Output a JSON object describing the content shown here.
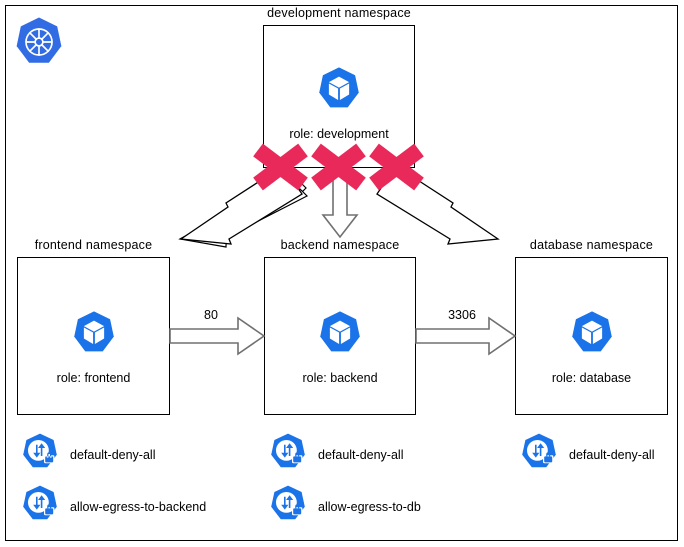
{
  "diagram": {
    "title": "Kubernetes namespace network policy diagram",
    "logo_icon": "kubernetes-logo-icon",
    "colors": {
      "k8s_blue": "#326ce5",
      "pod_blue": "#1a73e8",
      "block_red": "#e8295a",
      "line_black": "#000000",
      "arrow_gray": "#707070",
      "background": "#ffffff"
    }
  },
  "namespaces": {
    "development": {
      "title": "development  namespace",
      "role": "role: development",
      "pod_icon": "pod-cube-icon"
    },
    "frontend": {
      "title": "frontend  namespace",
      "role": "role: frontend",
      "pod_icon": "pod-cube-icon"
    },
    "backend": {
      "title": "backend  namespace",
      "role": "role: backend",
      "pod_icon": "pod-cube-icon"
    },
    "database": {
      "title": "database  namespace",
      "role": "role: database",
      "pod_icon": "pod-cube-icon"
    }
  },
  "connections": {
    "frontend_to_backend_port": "80",
    "backend_to_database_port": "3306"
  },
  "blocked": {
    "icon": "red-x-block-icon",
    "count": 3,
    "targets": [
      "frontend",
      "backend",
      "database"
    ]
  },
  "policies": {
    "icon": "network-policy-lock-icon",
    "frontend": [
      {
        "label": "default-deny-all"
      },
      {
        "label": "allow-egress-to-backend"
      }
    ],
    "backend": [
      {
        "label": "default-deny-all"
      },
      {
        "label": "allow-egress-to-db"
      }
    ],
    "database": [
      {
        "label": "default-deny-all"
      }
    ]
  }
}
